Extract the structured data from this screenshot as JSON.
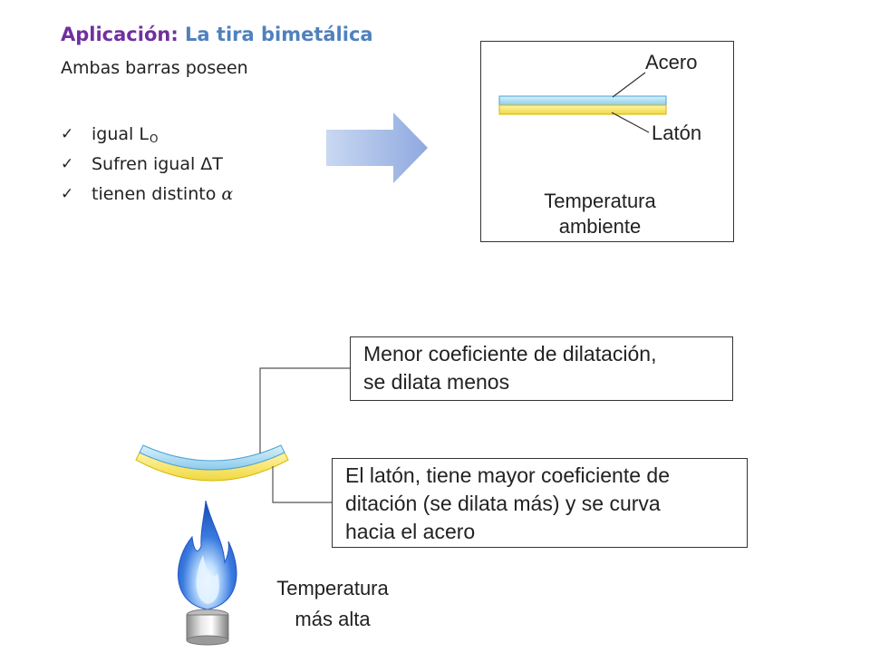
{
  "heading": {
    "prefix": "Aplicación:",
    "rest": " La tira bimetálica"
  },
  "intro": "Ambas barras poseen",
  "checklist": [
    {
      "text": "igual L",
      "subscript": "O"
    },
    {
      "text": "Sufren igual ΔT"
    },
    {
      "text": "tienen distinto",
      "symbol": "α"
    }
  ],
  "top_panel": {
    "label_top": "Acero",
    "label_bottom": "Latón",
    "caption_line1": "Temperatura",
    "caption_line2": "ambiente"
  },
  "callout_top": {
    "line1": "Menor coeficiente de dilatación,",
    "line2": "se dilata menos"
  },
  "callout_bottom": {
    "line1": "El latón, tiene mayor coeficiente de",
    "line2": "ditación (se dilata más) y se curva",
    "line3": "hacia el acero"
  },
  "bottom_caption": {
    "line1": "Temperatura",
    "line2": "más alta"
  },
  "colors": {
    "steel": "#a8daf2",
    "brass": "#f7e56a",
    "heading_purple": "#7030a0",
    "heading_blue": "#4f81bd",
    "flame_blue": "#2f6fd6"
  },
  "icons": [
    "check-icon",
    "arrow-right-icon",
    "flame-icon",
    "burner-icon"
  ]
}
